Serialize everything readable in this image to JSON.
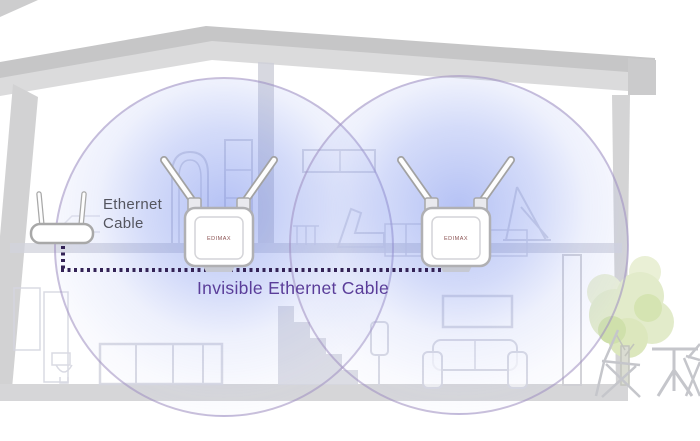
{
  "labels": {
    "ethernet_cable_line1": "Ethernet",
    "ethernet_cable_line2": "Cable",
    "invisible_ethernet_cable": "Invisible Ethernet Cable"
  },
  "devices": {
    "router": {
      "brand": ""
    },
    "access_point_left": {
      "brand": "EDIMAX"
    },
    "access_point_right": {
      "brand": "EDIMAX"
    }
  },
  "colors": {
    "cable_dot": "#342356",
    "invisible_label": "#5a3d99",
    "ethernet_label": "#54555f",
    "wifi_glow_core": "#6c85ea",
    "wifi_ring": "#9e8ec0",
    "house_roof": "#c6c6c7",
    "house_roof_under": "#dbdbdc",
    "house_wall": "#d2d2d3",
    "house_floor": "#d6d6d8",
    "furniture_outline": "#d5d6e0",
    "tree_foliage": "#e2ebca"
  }
}
